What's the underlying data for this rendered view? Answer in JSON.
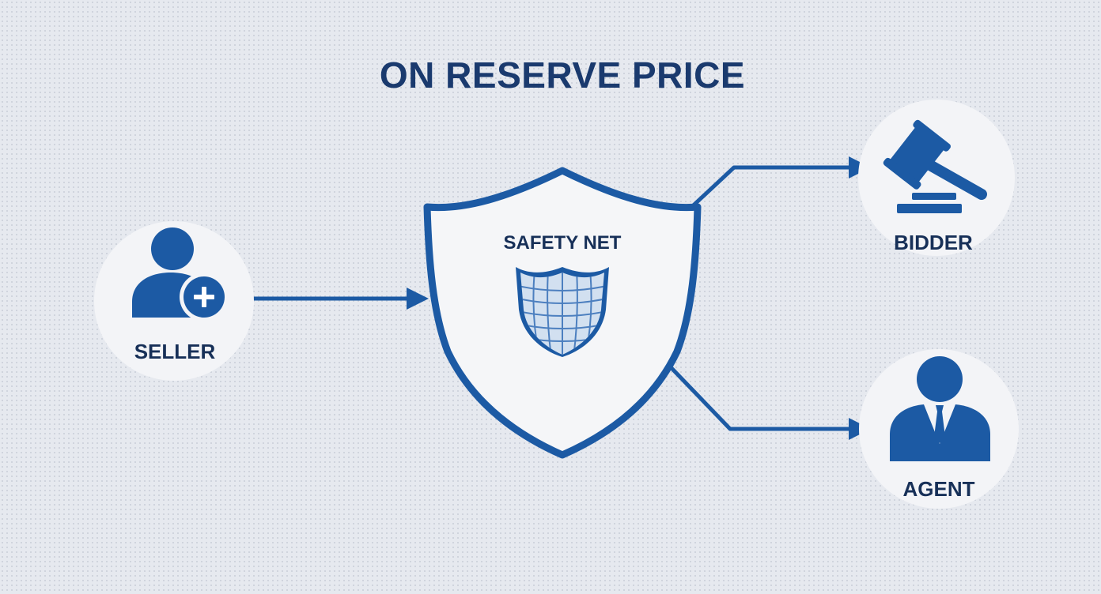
{
  "title": "ON RESERVE PRICE",
  "shield": {
    "label": "SAFETY NET",
    "icon": "shield-net-icon"
  },
  "nodes": {
    "seller": {
      "label": "SELLER",
      "icon": "user-plus-icon"
    },
    "bidder": {
      "label": "BIDDER",
      "icon": "gavel-icon"
    },
    "agent": {
      "label": "AGENT",
      "icon": "businessman-icon"
    }
  },
  "colors": {
    "primary": "#1c5aa4",
    "title": "#1a3a6e",
    "label": "#173058",
    "circle_fill": "#f3f4f7",
    "background": "#e6e9ef"
  }
}
